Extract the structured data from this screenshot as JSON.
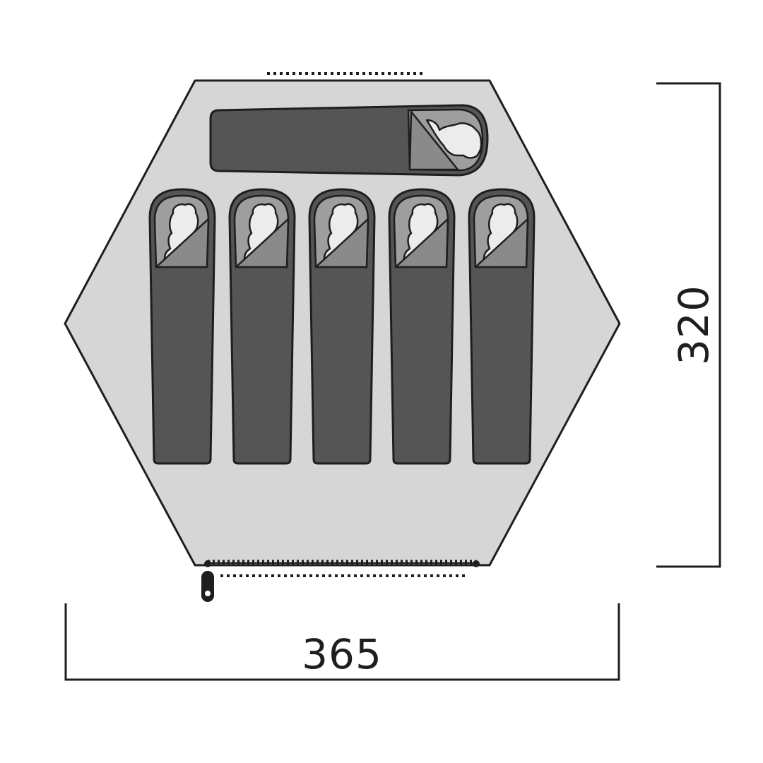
{
  "dimensions": {
    "width_label": "365",
    "depth_label": "320"
  },
  "colors": {
    "line": "#1e1e1e",
    "floor": "#d6d6d6",
    "bag_dark": "#555555",
    "bag_flap": "#8a8a8a",
    "bag_inner": "#a3a3a3",
    "head": "#ececec"
  },
  "floor_plan": {
    "sleeping_bags_upright": 5,
    "sleeping_bags_crosswise": 1,
    "door_zipper": "bottom-left"
  }
}
